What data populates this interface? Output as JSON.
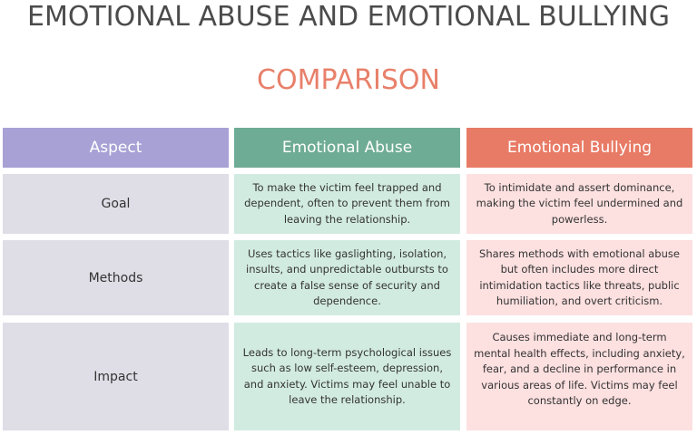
{
  "title": "EMOTIONAL ABUSE AND EMOTIONAL BULLYING",
  "subtitle": "COMPARISON",
  "colors": {
    "title": "#4b4b4b",
    "subtitle": "#e8806a",
    "aspect_header": "#a8a1d5",
    "abuse_header": "#6fac95",
    "bullying_header": "#e87b66",
    "aspect_cell": "#dfdde6",
    "abuse_cell": "#d2ebe1",
    "bullying_cell": "#fde0e0"
  },
  "table": {
    "headers": [
      "Aspect",
      "Emotional Abuse",
      "Emotional Bullying"
    ],
    "rows": [
      {
        "aspect": "Goal",
        "abuse": "To make the victim feel trapped and dependent, often to prevent them from leaving the relationship.",
        "bullying": "To intimidate and assert dominance, making the victim feel undermined and powerless."
      },
      {
        "aspect": "Methods",
        "abuse": "Uses tactics like gaslighting, isolation, insults, and unpredictable outbursts to create a false sense of security and dependence.",
        "bullying": "Shares methods with emotional abuse but often includes more direct intimidation tactics like threats, public humiliation, and overt criticism."
      },
      {
        "aspect": "Impact",
        "abuse": "Leads to long-term psychological issues such as low self-esteem, depression, and anxiety. Victims may feel unable to leave the relationship.",
        "bullying": "Causes immediate and long-term mental health effects, including anxiety, fear, and a decline in performance in various areas of life. Victims may feel constantly on edge."
      }
    ]
  }
}
